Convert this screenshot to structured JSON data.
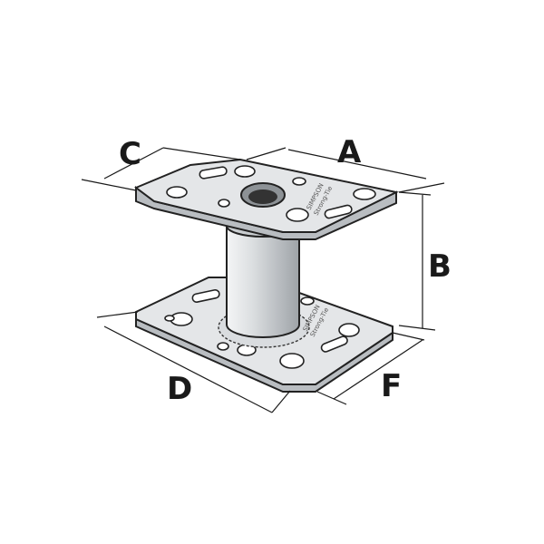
{
  "labels": {
    "a": "A",
    "b": "B",
    "c": "C",
    "d": "D",
    "f": "F"
  },
  "stamps": {
    "top_brand": "SIMPSON",
    "top_sub": "Strong-Tie",
    "bottom_brand": "SIMPSON",
    "bottom_sub": "Strong-Tie"
  },
  "colors": {
    "plate": "#e4e6e8",
    "plate_edge": "#b9bdc1",
    "tube": "#d0d3d6",
    "outline": "#222222",
    "label": "#1a1a1a"
  }
}
